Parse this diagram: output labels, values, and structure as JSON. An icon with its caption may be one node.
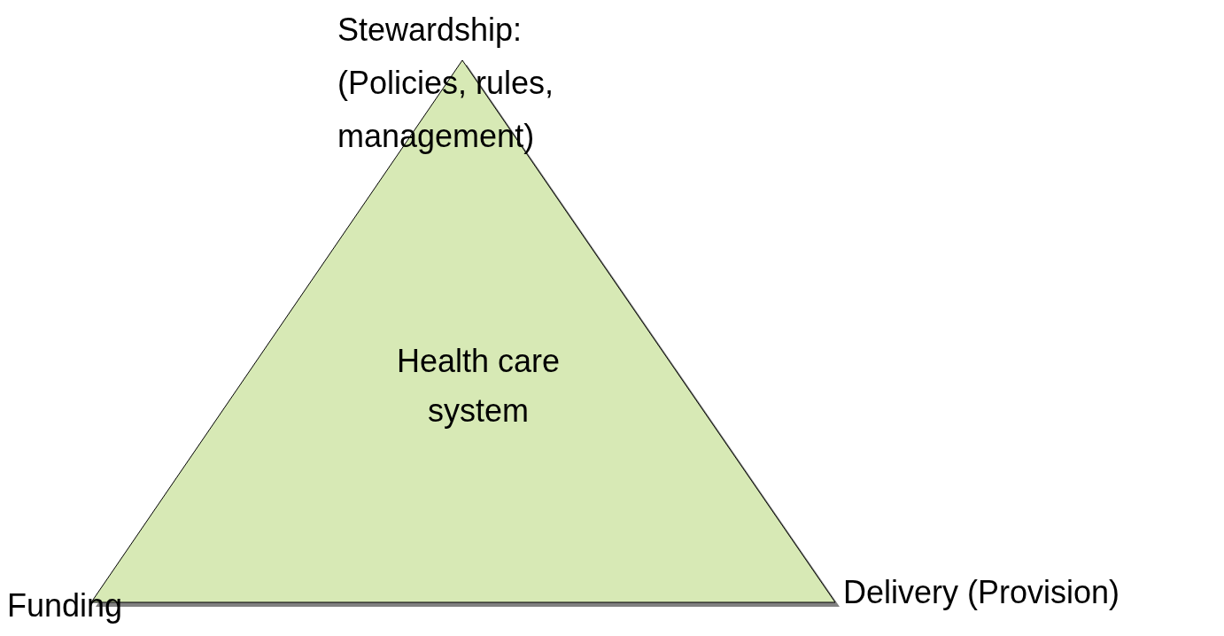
{
  "diagram": {
    "nodes": [
      {
        "text": [
          "Health care system"
        ]
      }
    ],
    "labels": [
      "Stewardship: (Policies, rules, management)",
      "Funding",
      "Delivery (Provision)"
    ]
  }
}
